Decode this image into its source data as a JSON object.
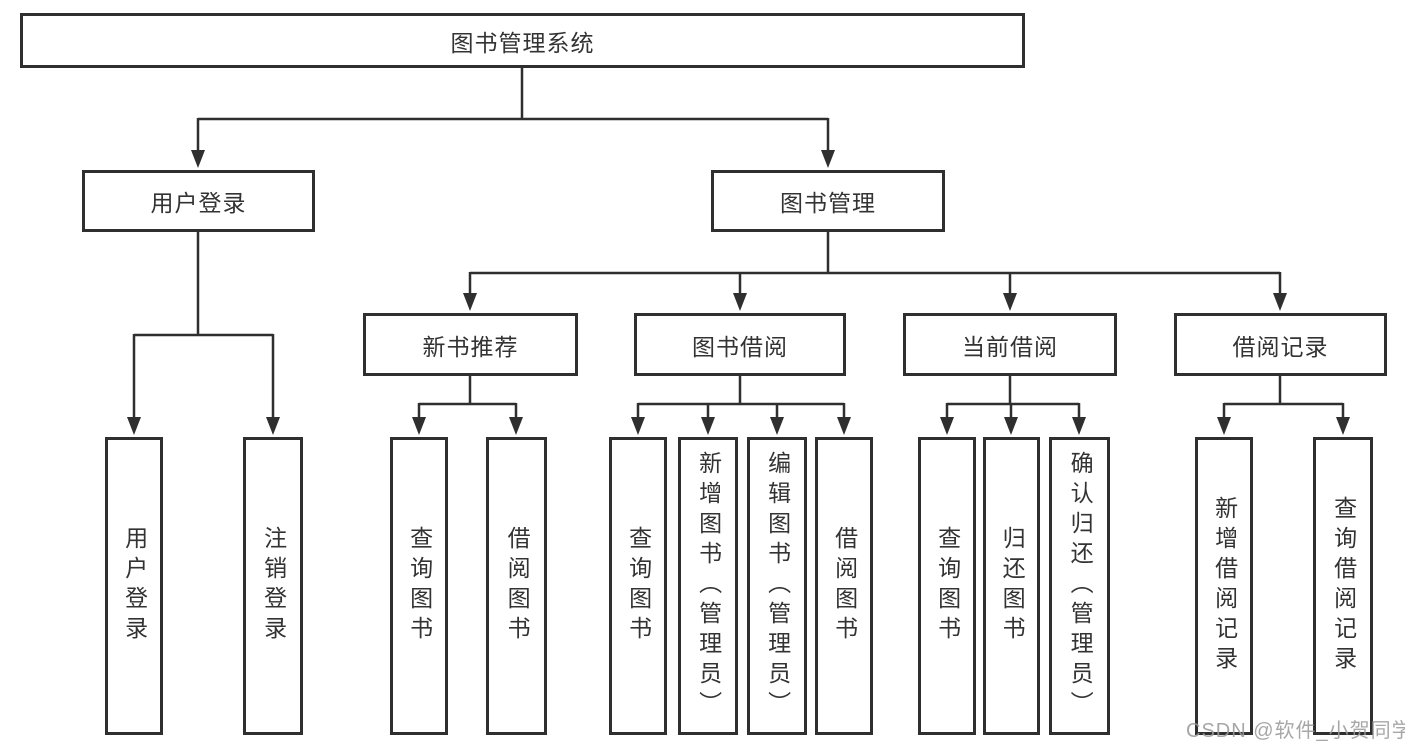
{
  "tree": {
    "label": "图书管理系统",
    "children": [
      {
        "label": "用户登录",
        "children": [
          {
            "label": "用户登录"
          },
          {
            "label": "注销登录"
          }
        ]
      },
      {
        "label": "图书管理",
        "children": [
          {
            "label": "新书推荐",
            "children": [
              {
                "label": "查询图书"
              },
              {
                "label": "借阅图书"
              }
            ]
          },
          {
            "label": "图书借阅",
            "children": [
              {
                "label": "查询图书"
              },
              {
                "label": "新增图书（管理员）"
              },
              {
                "label": "编辑图书（管理员）"
              },
              {
                "label": "借阅图书"
              }
            ]
          },
          {
            "label": "当前借阅",
            "children": [
              {
                "label": "查询图书"
              },
              {
                "label": "归还图书"
              },
              {
                "label": "确认归还（管理员）"
              }
            ]
          },
          {
            "label": "借阅记录",
            "children": [
              {
                "label": "新增借阅记录"
              },
              {
                "label": "查询借阅记录"
              }
            ]
          }
        ]
      }
    ]
  },
  "watermark": {
    "text": "CSDN @软件_小贺同学",
    "color": "#9b9b9b"
  },
  "colors": {
    "background": "#ffffff",
    "line": "#2f2f2f",
    "box_border": "#2f2f2f",
    "text": "#333333"
  }
}
